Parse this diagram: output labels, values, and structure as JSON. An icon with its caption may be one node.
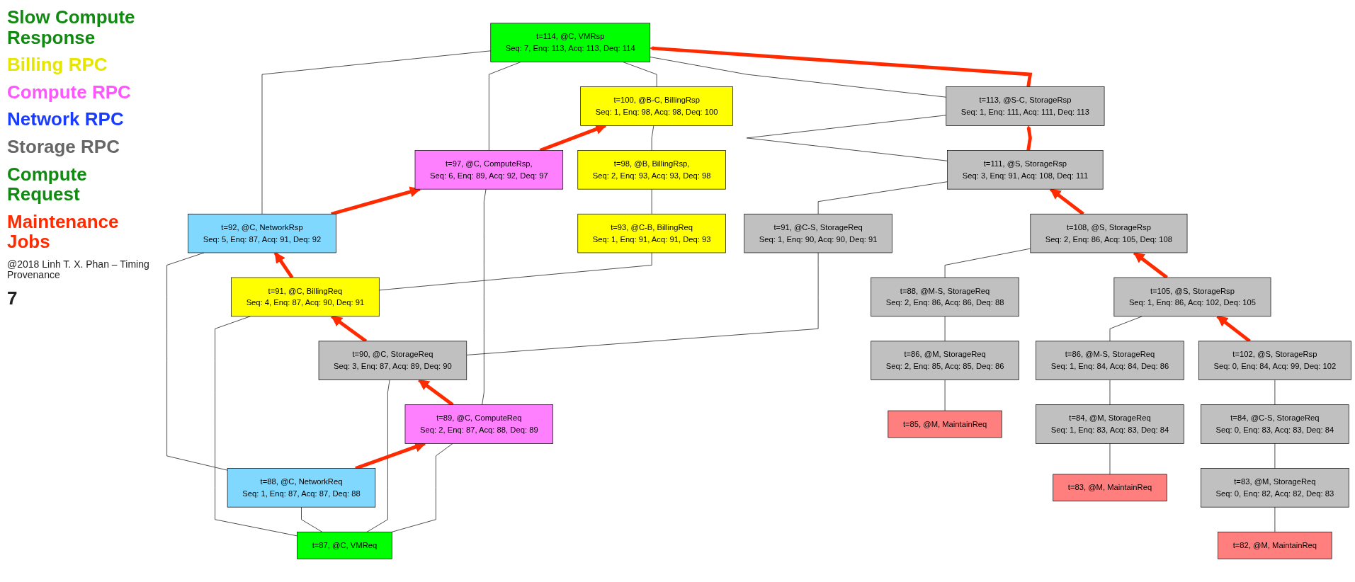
{
  "diagram": {
    "nodes": [
      {
        "text": [
          "t=114, @C, VMRsp",
          "Seq: 7, Enq: 113, Acq: 113, Deq: 114"
        ]
      },
      {
        "text": [
          "t=100, @B-C, BillingRsp",
          "Seq: 1, Enq: 98, Acq: 98, Deq: 100"
        ]
      },
      {
        "text": [
          "t=113, @S-C, StorageRsp",
          "Seq: 1, Enq: 111, Acq: 111, Deq: 113"
        ]
      },
      {
        "text": [
          "t=97, @C, ComputeRsp,",
          "Seq: 6, Enq: 89, Acq: 92, Deq: 97"
        ]
      },
      {
        "text": [
          "t=98, @B, BillingRsp,",
          "Seq: 2, Enq: 93, Acq: 93, Deq: 98"
        ]
      },
      {
        "text": [
          "t=111, @S, StorageRsp",
          "Seq: 3, Enq: 91, Acq: 108, Deq: 111"
        ]
      },
      {
        "text": [
          "t=92, @C, NetworkRsp",
          "Seq: 5, Enq: 87, Acq: 91, Deq: 92"
        ]
      },
      {
        "text": [
          "t=93, @C-B, BillingReq",
          "Seq: 1, Enq: 91, Acq: 91, Deq: 93"
        ]
      },
      {
        "text": [
          "t=108, @S, StorageRsp",
          "Seq: 2, Enq: 86, Acq: 105, Deq: 108"
        ]
      },
      {
        "text": [
          "t=91, @C-S, StorageReq",
          "Seq: 1, Enq: 90, Acq: 90, Deq: 91"
        ]
      },
      {
        "text": [
          "t=91, @C, BillingReq",
          "Seq: 4, Enq: 87, Acq: 90, Deq: 91"
        ]
      },
      {
        "text": [
          "t=88, @M-S, StorageReq",
          "Seq: 2, Enq: 86, Acq: 86, Deq: 88"
        ]
      },
      {
        "text": [
          "t=105, @S, StorageRsp",
          "Seq: 1, Enq: 86, Acq: 102, Deq: 105"
        ]
      },
      {
        "text": [
          "t=90, @C, StorageReq",
          "Seq: 3, Enq: 87, Acq: 89, Deq: 90"
        ]
      },
      {
        "text": [
          "t=102, @S, StorageRsp",
          "Seq: 0, Enq: 84, Acq: 99, Deq: 102"
        ]
      },
      {
        "text": [
          "t=86, @M, StorageReq",
          "Seq: 2, Enq: 85, Acq: 85, Deq: 86"
        ]
      },
      {
        "text": [
          "t=89, @C, ComputeReq",
          "Seq: 2, Enq: 87, Acq: 88, Deq: 89"
        ]
      },
      {
        "text": [
          "t=86, @M-S, StorageReq",
          "Seq: 1, Enq: 84, Acq: 84, Deq: 86"
        ]
      },
      {
        "text": [
          "t=84, @C-S, StorageReq",
          "Seq: 0, Enq: 83, Acq: 83, Deq: 84"
        ]
      },
      {
        "text": [
          "t=84, @M, StorageReq",
          "Seq: 1, Enq: 83, Acq: 83, Deq: 84"
        ]
      },
      {
        "text": [
          "t=85, @M, MaintainReq"
        ]
      },
      {
        "text": [
          "t=88, @C, NetworkReq",
          "Seq: 1, Enq: 87, Acq: 87, Deq: 88"
        ]
      },
      {
        "text": [
          "t=83, @M, StorageReq",
          "Seq: 0, Enq: 82, Acq: 82, Deq: 83"
        ]
      },
      {
        "text": [
          "t=87, @C, VMReq"
        ]
      },
      {
        "text": [
          "t=83, @M, MaintainReq"
        ]
      },
      {
        "text": [
          "t=82, @M, MaintainReq"
        ]
      }
    ],
    "edges": [
      {
        "from": 6,
        "to": 0,
        "arrow": "none"
      },
      {
        "from": 3,
        "to": 0,
        "arrow": "none"
      },
      {
        "from": 1,
        "to": 0,
        "arrow": "none"
      },
      {
        "from": 2,
        "to": 0,
        "arrow": "none"
      },
      {
        "from": 4,
        "to": 1,
        "arrow": "none"
      },
      {
        "from": 7,
        "to": 4,
        "arrow": "none"
      },
      {
        "from": 10,
        "to": 7,
        "arrow": "none"
      },
      {
        "from": 23,
        "to": 10,
        "arrow": "none"
      },
      {
        "from": 16,
        "to": 3,
        "arrow": "none"
      },
      {
        "from": 23,
        "to": 16,
        "arrow": "none"
      },
      {
        "from": 21,
        "to": 6,
        "arrow": "none"
      },
      {
        "from": 23,
        "to": 21,
        "arrow": "none"
      },
      {
        "from": 5,
        "to": 2,
        "arrow": "none"
      },
      {
        "from": 9,
        "to": 5,
        "arrow": "none"
      },
      {
        "from": 13,
        "to": 9,
        "arrow": "none"
      },
      {
        "from": 23,
        "to": 13,
        "arrow": "none"
      },
      {
        "from": 11,
        "to": 8,
        "arrow": "none"
      },
      {
        "from": 15,
        "to": 11,
        "arrow": "none"
      },
      {
        "from": 20,
        "to": 15,
        "arrow": "none"
      },
      {
        "from": 17,
        "to": 12,
        "arrow": "none"
      },
      {
        "from": 19,
        "to": 17,
        "arrow": "none"
      },
      {
        "from": 24,
        "to": 19,
        "arrow": "none"
      },
      {
        "from": 18,
        "to": 14,
        "arrow": "none"
      },
      {
        "from": 22,
        "to": 18,
        "arrow": "none"
      },
      {
        "from": 25,
        "to": 22,
        "arrow": "none"
      },
      {
        "from": 21,
        "to": 16,
        "arrow": "to",
        "style": "thick",
        "color": "#ff2a00"
      },
      {
        "from": 16,
        "to": 13,
        "arrow": "to",
        "style": "thick",
        "color": "#ff2a00"
      },
      {
        "from": 13,
        "to": 10,
        "arrow": "to",
        "style": "thick",
        "color": "#ff2a00"
      },
      {
        "from": 10,
        "to": 6,
        "arrow": "to",
        "style": "thick",
        "color": "#ff2a00"
      },
      {
        "from": 6,
        "to": 3,
        "arrow": "to",
        "style": "thick",
        "color": "#ff2a00"
      },
      {
        "from": 3,
        "to": 1,
        "arrow": "to",
        "style": "thick",
        "color": "#ff2a00"
      },
      {
        "from": 2,
        "to": 0,
        "arrow": "to",
        "style": "thick",
        "color": "#ff2a00"
      },
      {
        "from": 5,
        "to": 2,
        "arrow": "to",
        "style": "thick",
        "color": "#ff2a00"
      },
      {
        "from": 8,
        "to": 5,
        "arrow": "to",
        "style": "thick",
        "color": "#ff2a00"
      },
      {
        "from": 12,
        "to": 8,
        "arrow": "to",
        "style": "thick",
        "color": "#ff2a00"
      },
      {
        "from": 14,
        "to": 12,
        "arrow": "to",
        "style": "thick",
        "color": "#ff2a00"
      }
    ],
    "labels": [
      "Slow Compute Response",
      "Billing RPC",
      "Compute RPC",
      "Network RPC",
      "Storage RPC",
      "Compute Request",
      "Maintenance Jobs",
      "@2018 Linh T. X. Phan – Timing Provenance",
      "7"
    ]
  }
}
